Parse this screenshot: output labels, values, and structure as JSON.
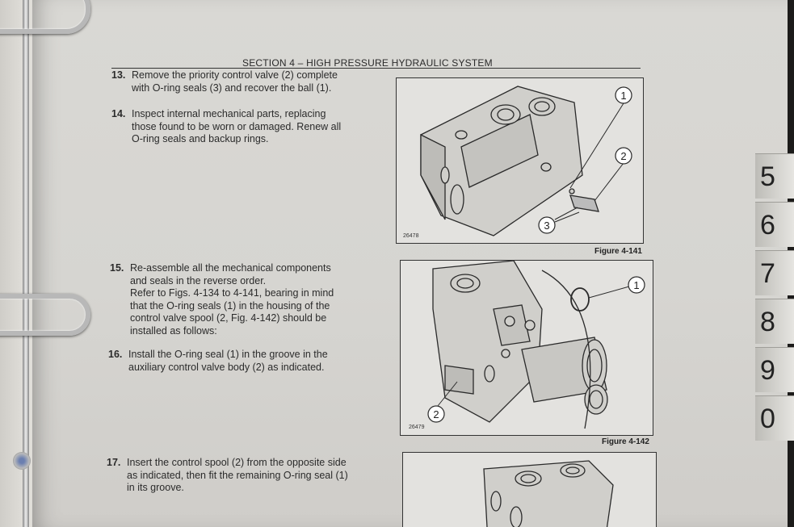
{
  "header": {
    "section_title": "SECTION 4 – HIGH PRESSURE HYDRAULIC SYSTEM"
  },
  "steps": [
    {
      "number": "13.",
      "lines": [
        "Remove the priority control valve (2) complete",
        "with O-ring seals (3) and recover the ball (1)."
      ]
    },
    {
      "number": "14.",
      "lines": [
        "Inspect internal mechanical parts, replacing",
        "those found to be worn or damaged. Renew all",
        "O-ring seals and backup rings."
      ]
    },
    {
      "number": "15.",
      "lines": [
        "Re-assemble all the mechanical components",
        "and seals in the reverse order.",
        "Refer to Figs. 4-134 to 4-141, bearing in mind",
        "that the O-ring seals (1) in the housing of the",
        "control valve spool (2, Fig. 4-142) should be",
        "installed as follows:"
      ]
    },
    {
      "number": "16.",
      "lines": [
        "Install the O-ring seal (1) in the groove in the",
        "auxiliary control valve body (2) as indicated."
      ]
    },
    {
      "number": "17.",
      "lines": [
        "Insert the control spool (2) from the opposite side",
        "as indicated, then fit the remaining O-ring seal (1)",
        "in its groove."
      ]
    }
  ],
  "figures": [
    {
      "id": "26478",
      "caption": "Figure 4-141",
      "callouts": [
        "1",
        "2",
        "3"
      ]
    },
    {
      "id": "26479",
      "caption": "Figure 4-142",
      "callouts": [
        "1",
        "2"
      ]
    }
  ],
  "tabs": [
    "5",
    "6",
    "7",
    "8",
    "9",
    "0"
  ]
}
